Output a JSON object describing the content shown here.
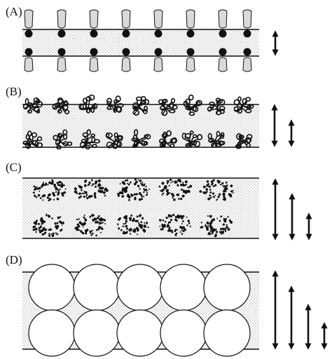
{
  "panels": [
    {
      "label": "(A)",
      "particle": "lipid-pair",
      "arrows": 1
    },
    {
      "label": "(B)",
      "particle": "coil",
      "arrows": 2
    },
    {
      "label": "(C)",
      "particle": "dotted-cluster",
      "arrows": 3
    },
    {
      "label": "(D)",
      "particle": "sphere",
      "arrows": 4
    }
  ],
  "colors": {
    "line": "#111111",
    "stipple": "#8a8a8a",
    "headgroup_fill": "#d9d9d9",
    "sphere_fill": "#ffffff"
  }
}
